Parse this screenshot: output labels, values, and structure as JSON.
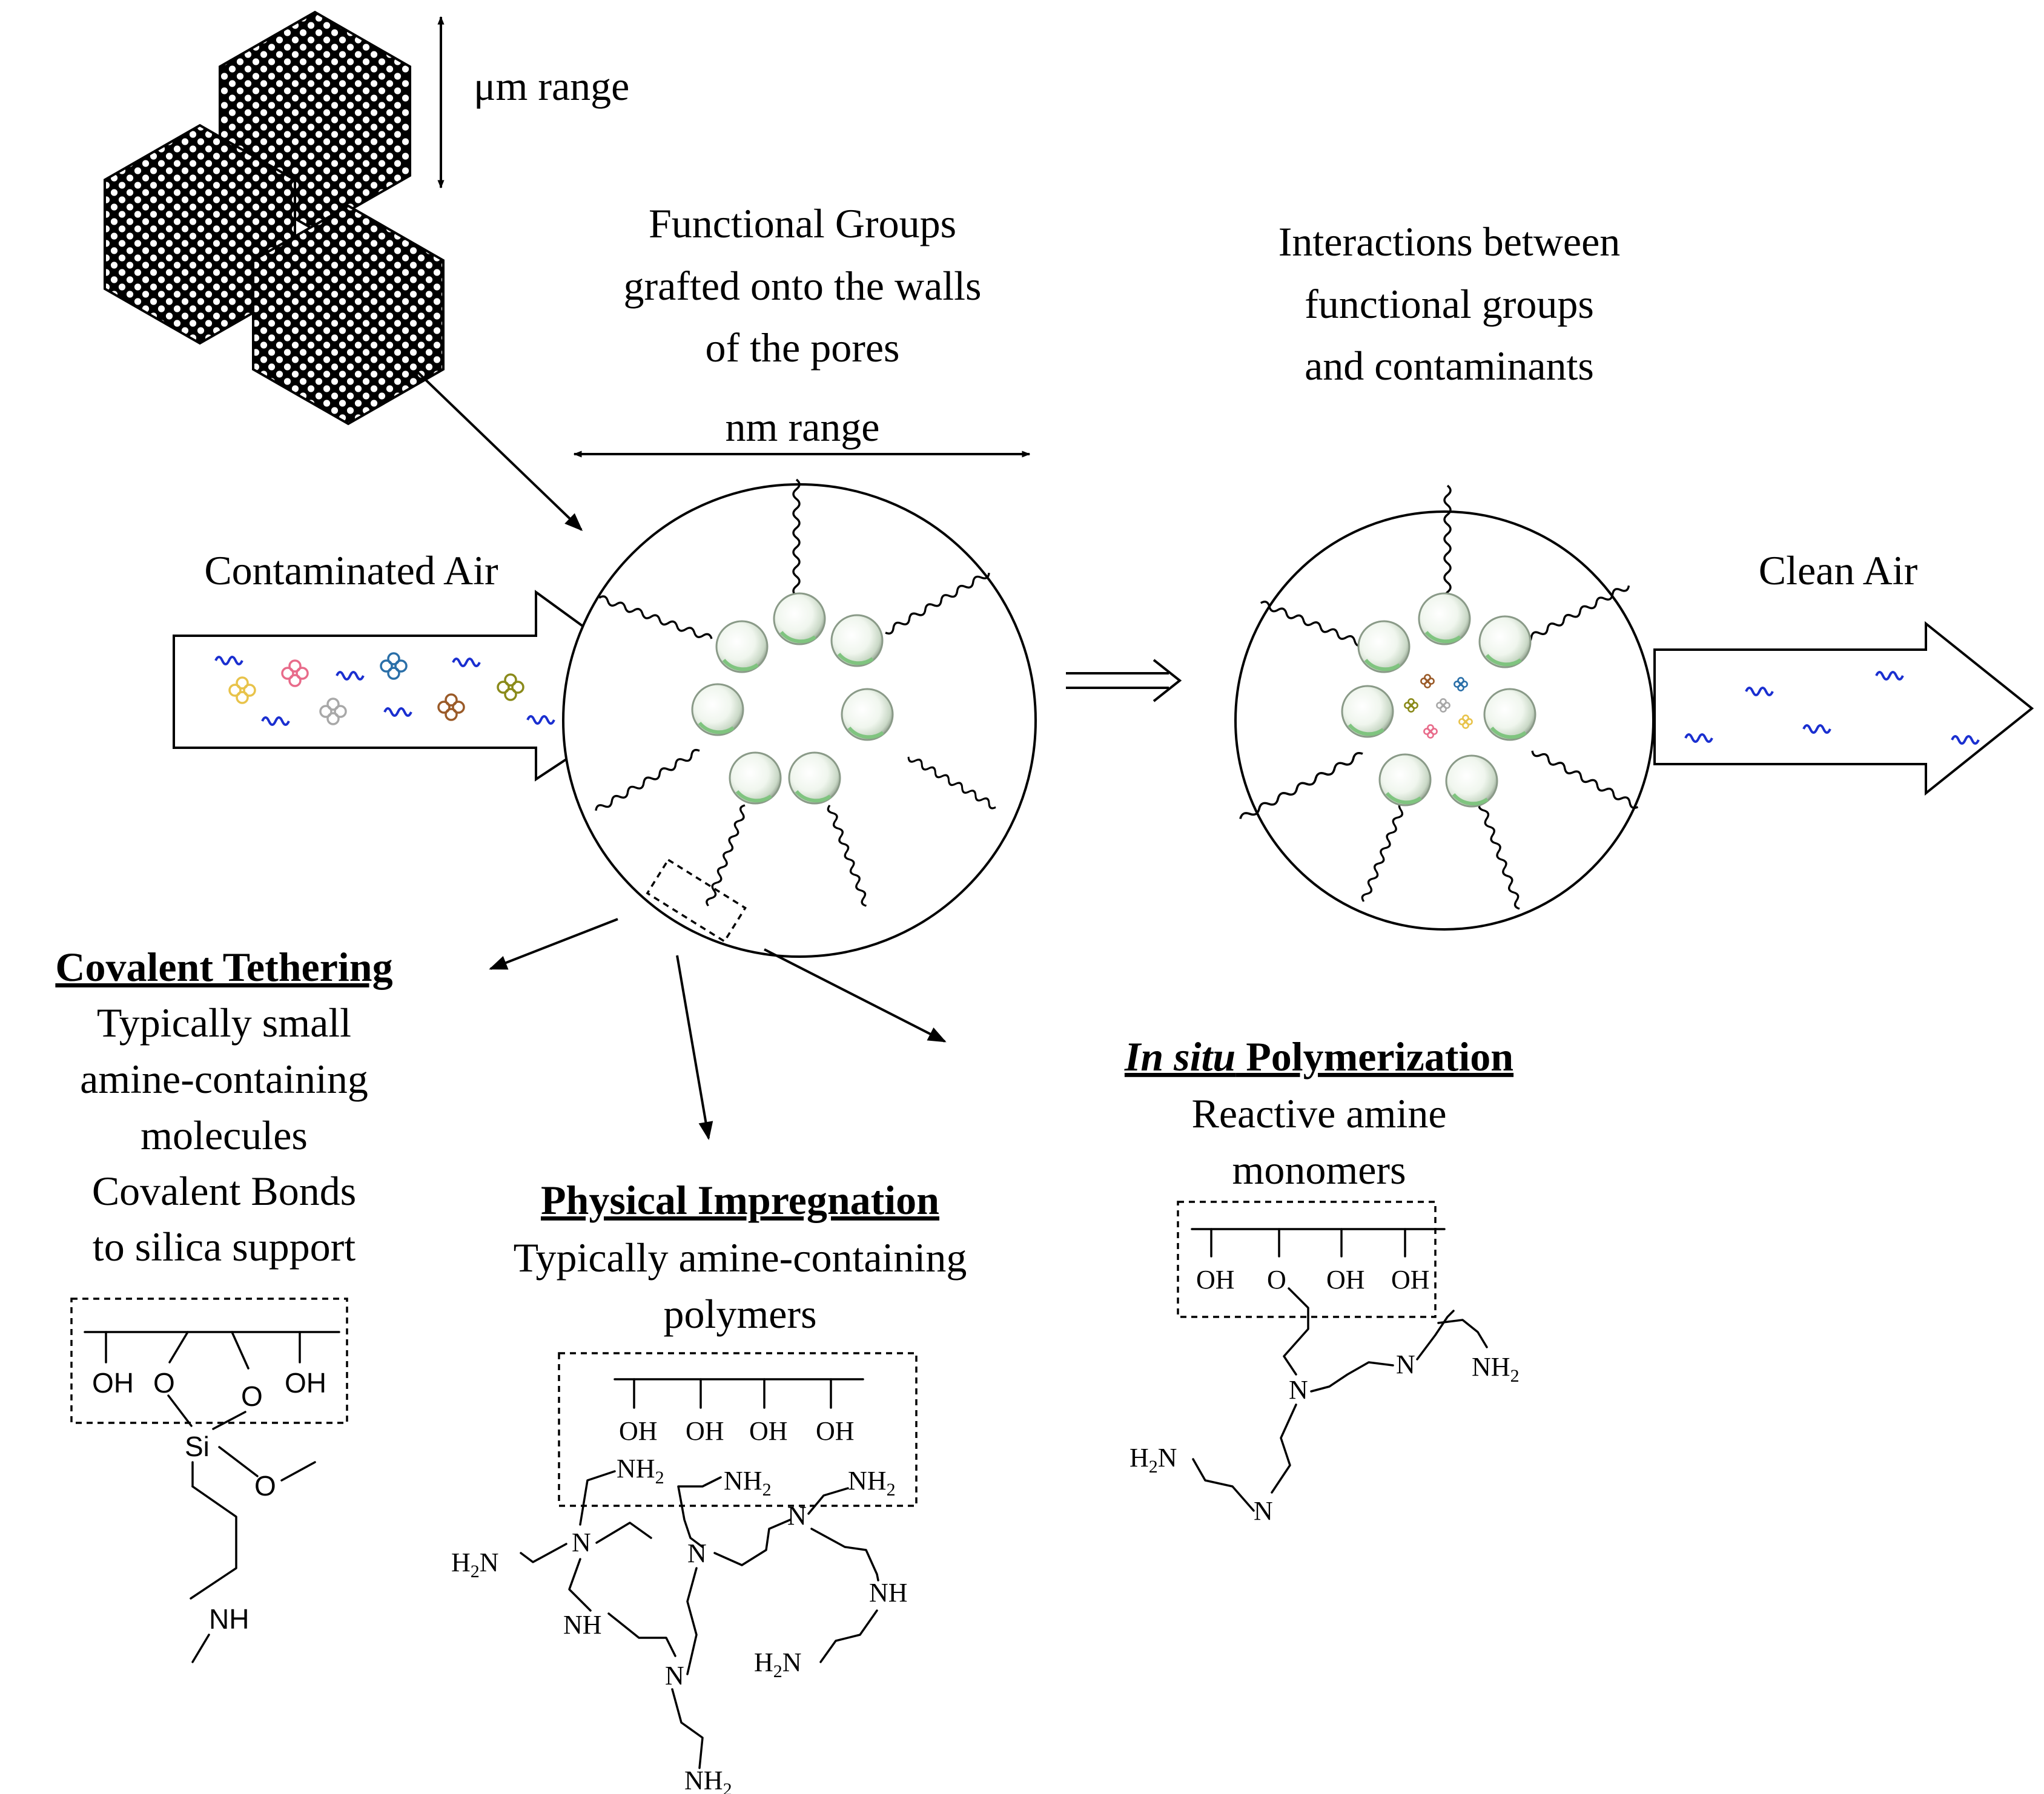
{
  "labels": {
    "um_range": "μm range",
    "functional_groups": [
      "Functional Groups",
      "grafted onto the walls",
      "of the pores"
    ],
    "interactions": [
      "Interactions between",
      "functional groups",
      "and contaminants"
    ],
    "nm_range": "nm range",
    "contaminated_air": "Contaminated Air",
    "clean_air": "Clean Air"
  },
  "covalent": {
    "heading": "Covalent Tethering",
    "lines": [
      "Typically small",
      "amine-containing",
      "molecules",
      "Covalent Bonds",
      "to silica support"
    ],
    "atoms": {
      "oh": "OH",
      "o": "O",
      "si": "Si",
      "nh": "NH"
    }
  },
  "physical": {
    "heading": "Physical Impregnation",
    "lines": [
      "Typically amine-containing",
      "polymers"
    ],
    "atoms": {
      "oh": "OH",
      "n": "N",
      "nh": "NH",
      "nh2": "NH",
      "h2n": "H",
      "sub2": "2",
      "h2n_tail": "N"
    }
  },
  "insitu": {
    "heading_italic": "In situ",
    "heading_rest": " Polymerization",
    "lines": [
      "Reactive amine",
      "monomers"
    ],
    "atoms": {
      "oh": "OH",
      "o": "O",
      "n": "N",
      "nh2": "NH",
      "h2n": "H",
      "sub2": "2",
      "h2n_tail": "N"
    }
  },
  "colors": {
    "line": "#000000",
    "wavy_molecule": "#1a2fd0",
    "contaminant_yellow": "#e8c34a",
    "contaminant_pink": "#e86b8a",
    "contaminant_grey": "#a8a8a8",
    "contaminant_blue": "#2a6fa8",
    "contaminant_brown": "#9a5a28",
    "contaminant_olive": "#8a8a1a",
    "sphere_green": "#9bd09b"
  },
  "icons": [
    "double-headed-arrow-icon",
    "hexagon-mesoporous-particle-icon",
    "pore-cross-section-icon",
    "implies-arrow-icon"
  ]
}
